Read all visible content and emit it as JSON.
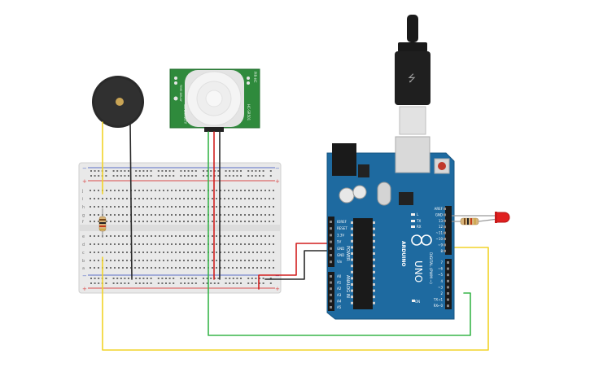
{
  "pir_sensor": {
    "label_a": "HC-SR501",
    "label_b": "PIR-HC",
    "label_c": "SENSITIVITY",
    "label_d": "TIME DELAY"
  },
  "arduino": {
    "brand": "ARDUINO",
    "model": "UNO",
    "power_label": "POWER",
    "analog_label": "ANALOG IN",
    "digital_label": "DIGITAL (PWM ~)",
    "led_on_label": "ON",
    "led_tx_label": "TX",
    "led_rx_label": "RX",
    "led_l_label": "L",
    "power_pins": [
      "IOREF",
      "RESET",
      "3.3V",
      "5V",
      "GND",
      "GND",
      "Vin"
    ],
    "analog_pins": [
      "A0",
      "A1",
      "A2",
      "A3",
      "A4",
      "A5"
    ],
    "top_pins": [
      "AREF",
      "GND",
      "13",
      "12",
      "~11",
      "~10",
      "~9",
      "8"
    ],
    "bottom_pins": [
      "7",
      "~6",
      "~5",
      "4",
      "~3",
      "2",
      "TX→1",
      "RX←0"
    ]
  },
  "breadboard": {
    "plus_mark": "+",
    "minus_mark": "−",
    "row_letters_top": [
      "j",
      "i",
      "h",
      "g",
      "f"
    ],
    "row_letters_bottom": [
      "e",
      "d",
      "c",
      "b",
      "a"
    ]
  },
  "colors": {
    "wire_red": "#d21f1f",
    "wire_black": "#2a2a2a",
    "wire_yellow": "#f2d428",
    "wire_green": "#38b54a",
    "arduino_board": "#1e6aa0",
    "pir_board": "#2f8a3c",
    "led": "#e02020"
  }
}
